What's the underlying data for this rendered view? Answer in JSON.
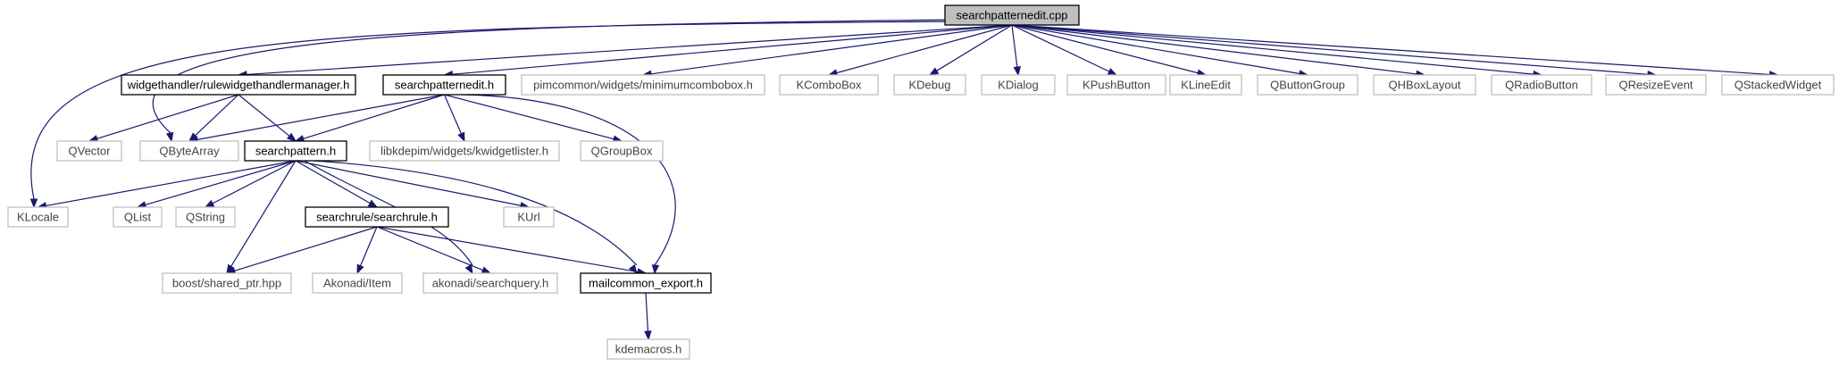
{
  "colors": {
    "edge": "#191970",
    "root_fill": "#bfbfbf",
    "local_border": "#000000",
    "external_border": "#bfbfbf",
    "box_fill": "#ffffff"
  },
  "nodes": [
    {
      "id": "root",
      "label": "searchpatternedit.cpp",
      "kind": "root"
    },
    {
      "id": "wh",
      "label": "widgethandler/rulewidgethandlermanager.h",
      "kind": "local"
    },
    {
      "id": "speh",
      "label": "searchpatternedit.h",
      "kind": "local"
    },
    {
      "id": "pim",
      "label": "pimcommon/widgets/minimumcombobox.h",
      "kind": "external"
    },
    {
      "id": "kcombo",
      "label": "KComboBox",
      "kind": "external"
    },
    {
      "id": "kdebug",
      "label": "KDebug",
      "kind": "external"
    },
    {
      "id": "kdialog",
      "label": "KDialog",
      "kind": "external"
    },
    {
      "id": "kpush",
      "label": "KPushButton",
      "kind": "external"
    },
    {
      "id": "kline",
      "label": "KLineEdit",
      "kind": "external"
    },
    {
      "id": "qbg",
      "label": "QButtonGroup",
      "kind": "external"
    },
    {
      "id": "qhbox",
      "label": "QHBoxLayout",
      "kind": "external"
    },
    {
      "id": "qradio",
      "label": "QRadioButton",
      "kind": "external"
    },
    {
      "id": "qresize",
      "label": "QResizeEvent",
      "kind": "external"
    },
    {
      "id": "qstack",
      "label": "QStackedWidget",
      "kind": "external"
    },
    {
      "id": "qvector",
      "label": "QVector",
      "kind": "external"
    },
    {
      "id": "qbyte",
      "label": "QByteArray",
      "kind": "external"
    },
    {
      "id": "sp",
      "label": "searchpattern.h",
      "kind": "local"
    },
    {
      "id": "libk",
      "label": "libkdepim/widgets/kwidgetlister.h",
      "kind": "external"
    },
    {
      "id": "qgroup",
      "label": "QGroupBox",
      "kind": "external"
    },
    {
      "id": "klocale",
      "label": "KLocale",
      "kind": "external"
    },
    {
      "id": "qlist",
      "label": "QList",
      "kind": "external"
    },
    {
      "id": "qstring",
      "label": "QString",
      "kind": "external"
    },
    {
      "id": "sr",
      "label": "searchrule/searchrule.h",
      "kind": "local"
    },
    {
      "id": "kurl",
      "label": "KUrl",
      "kind": "external"
    },
    {
      "id": "boost",
      "label": "boost/shared_ptr.hpp",
      "kind": "external"
    },
    {
      "id": "akitem",
      "label": "Akonadi/Item",
      "kind": "external"
    },
    {
      "id": "aksq",
      "label": "akonadi/searchquery.h",
      "kind": "external"
    },
    {
      "id": "mce",
      "label": "mailcommon_export.h",
      "kind": "local"
    },
    {
      "id": "kdem",
      "label": "kdemacros.h",
      "kind": "external"
    }
  ],
  "edges": [
    [
      "root",
      "wh"
    ],
    [
      "root",
      "speh"
    ],
    [
      "root",
      "pim"
    ],
    [
      "root",
      "kcombo"
    ],
    [
      "root",
      "kdebug"
    ],
    [
      "root",
      "kdialog"
    ],
    [
      "root",
      "kpush"
    ],
    [
      "root",
      "kline"
    ],
    [
      "root",
      "qbg"
    ],
    [
      "root",
      "qhbox"
    ],
    [
      "root",
      "qradio"
    ],
    [
      "root",
      "qresize"
    ],
    [
      "root",
      "qstack"
    ],
    [
      "root",
      "qbyte"
    ],
    [
      "root",
      "klocale"
    ],
    [
      "wh",
      "qvector"
    ],
    [
      "wh",
      "qbyte"
    ],
    [
      "wh",
      "sp"
    ],
    [
      "speh",
      "qbyte"
    ],
    [
      "speh",
      "sp"
    ],
    [
      "speh",
      "libk"
    ],
    [
      "speh",
      "qgroup"
    ],
    [
      "speh",
      "mce"
    ],
    [
      "sp",
      "klocale"
    ],
    [
      "sp",
      "qlist"
    ],
    [
      "sp",
      "qstring"
    ],
    [
      "sp",
      "sr"
    ],
    [
      "sp",
      "kurl"
    ],
    [
      "sp",
      "boost"
    ],
    [
      "sp",
      "aksq"
    ],
    [
      "sp",
      "mce"
    ],
    [
      "sr",
      "boost"
    ],
    [
      "sr",
      "akitem"
    ],
    [
      "sr",
      "aksq"
    ],
    [
      "sr",
      "mce"
    ],
    [
      "mce",
      "kdem"
    ]
  ]
}
